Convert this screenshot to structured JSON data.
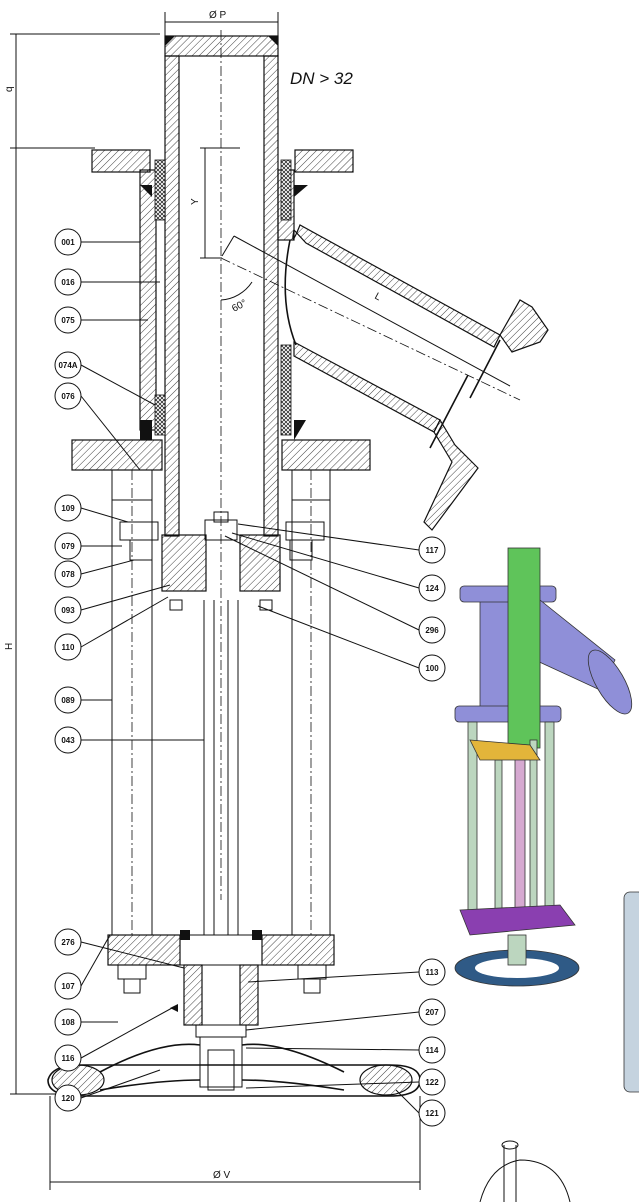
{
  "title": "DN > 32",
  "dimensions": {
    "p": "Ø P",
    "v": "Ø V",
    "q": "q",
    "h": "H",
    "y": "Y",
    "l": "L",
    "angle": "60°"
  },
  "callouts_left": [
    "001",
    "016",
    "075",
    "074A",
    "076",
    "109",
    "079",
    "078",
    "093",
    "110",
    "089",
    "043",
    "276",
    "107",
    "108",
    "116",
    "120"
  ],
  "callouts_right": [
    "117",
    "124",
    "296",
    "100",
    "113",
    "207",
    "114",
    "122",
    "121"
  ],
  "colors": {
    "body": "#8f8fd8",
    "stem": "#5fc45a",
    "rod": "#d6a9d1",
    "column": "#bcd6bf",
    "base": "#8a3fb0",
    "wheel": "#2f5a86",
    "yoke": "#e3b53a",
    "tab": "#c5d3df"
  }
}
